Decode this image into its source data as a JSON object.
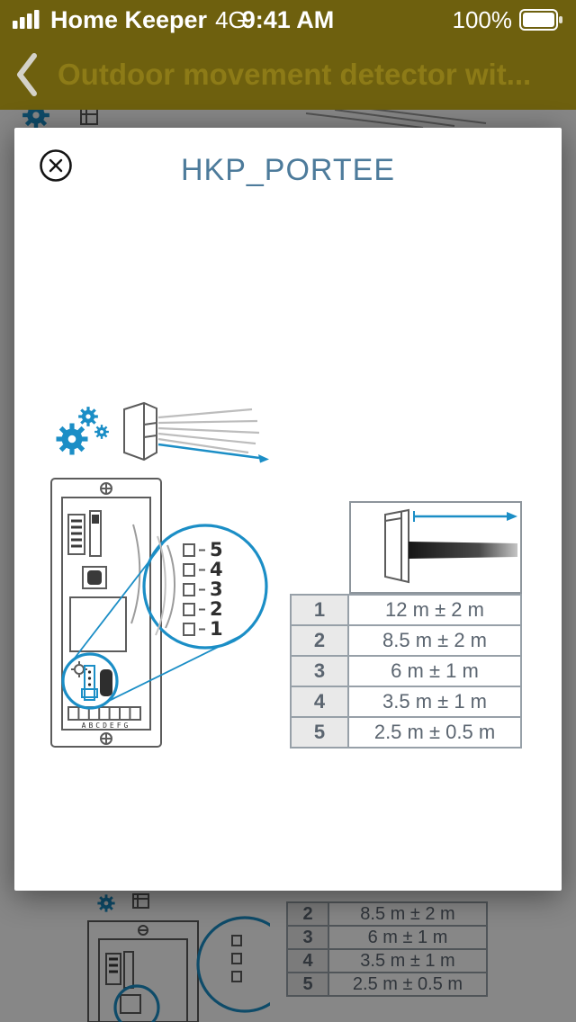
{
  "colors": {
    "bar_bg": "#6e600e",
    "accent": "#1b8ec6",
    "modal_title": "#4d7b9b",
    "table_text": "#5b6570",
    "nav_title": "#8d7b17",
    "chevron": "#d4d2c8",
    "status_text": "#ffffff"
  },
  "icons": {
    "back": "chevron-left",
    "close": "circle-x",
    "signal": "signal-bars",
    "battery": "battery-full",
    "settings": "gears"
  },
  "status_bar": {
    "carrier": "Home Keeper",
    "network": "4G",
    "time": "9:41 AM",
    "battery_percent": "100%"
  },
  "nav_bar": {
    "title": "Outdoor movement detector wit..."
  },
  "modal": {
    "title": "HKP_PORTEE",
    "dial_labels": [
      "5",
      "4",
      "3",
      "2",
      "1"
    ],
    "connector_labels": "ABCDEFG",
    "range_table": {
      "rows": [
        {
          "position": "1",
          "range": "12 m ± 2 m"
        },
        {
          "position": "2",
          "range": "8.5 m ± 2 m"
        },
        {
          "position": "3",
          "range": "6 m ± 1 m"
        },
        {
          "position": "4",
          "range": "3.5 m ± 1 m"
        },
        {
          "position": "5",
          "range": "2.5 m ± 0.5 m"
        }
      ]
    }
  },
  "background_page": {
    "range_table_rows": [
      {
        "position": "2",
        "range": "8.5 m ± 2 m"
      },
      {
        "position": "3",
        "range": "6 m ± 1 m"
      },
      {
        "position": "4",
        "range": "3.5 m ± 1 m"
      },
      {
        "position": "5",
        "range": "2.5 m ± 0.5 m"
      }
    ]
  }
}
